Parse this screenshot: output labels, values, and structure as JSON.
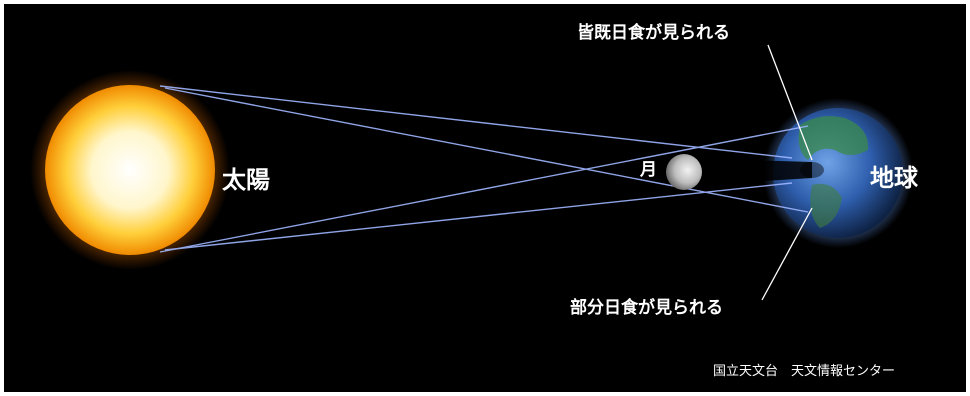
{
  "labels": {
    "sun": "太陽",
    "moon": "月",
    "earth": "地球",
    "total_eclipse": "皆既日食が見られる",
    "partial_eclipse": "部分日食が見られる",
    "credit": "国立天文台　天文情報センター"
  },
  "colors": {
    "background": "#000000",
    "sun_core": "#fffbe6",
    "sun_edge": "#f5a412",
    "ray": "#9fb6ff",
    "earth": "#3f73c7",
    "moon": "#c9c9c9"
  }
}
